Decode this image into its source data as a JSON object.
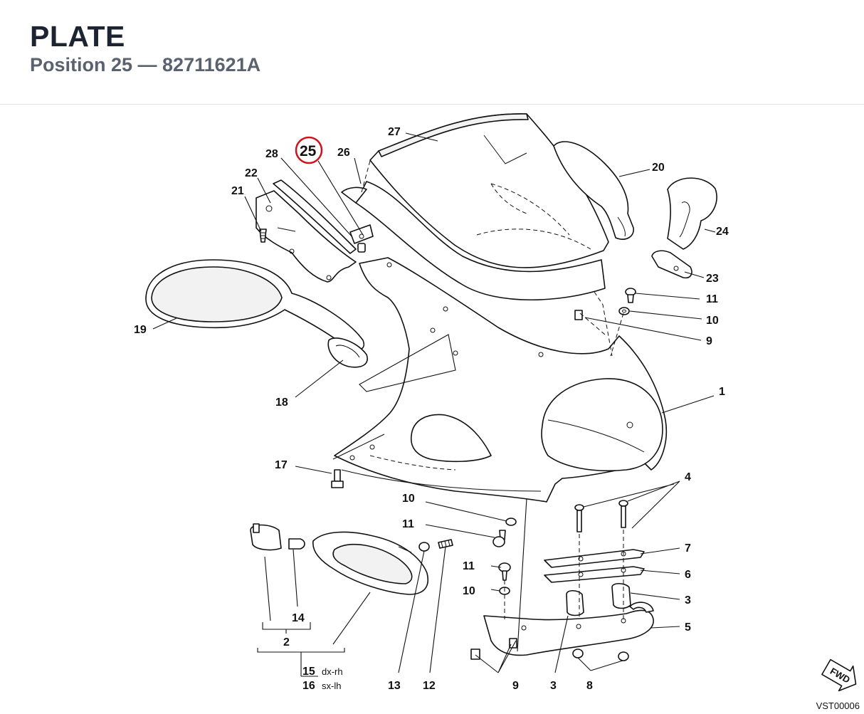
{
  "header": {
    "title": "PLATE",
    "subtitle": "Position 25 — 82711621A"
  },
  "highlight": {
    "position": "25",
    "color": "#d0121b"
  },
  "callouts": {
    "c1": "1",
    "c4": "4",
    "c7": "7",
    "c6": "6",
    "c3a": "3",
    "c5": "5",
    "c20": "20",
    "c24": "24",
    "c23": "23",
    "c11a": "11",
    "c10a": "10",
    "c9a": "9",
    "c27": "27",
    "c26": "26",
    "c28": "28",
    "c22": "22",
    "c21": "21",
    "c19": "19",
    "c18": "18",
    "c17": "17",
    "c10b": "10",
    "c11b": "11",
    "c11c": "11",
    "c10c": "10",
    "c14": "14",
    "c2": "2",
    "c15": "15",
    "c16": "16",
    "c13": "13",
    "c12": "12",
    "c9b": "9",
    "c3b": "3",
    "c8": "8"
  },
  "variants": {
    "dx": "dx-rh",
    "sx": "sx-lh"
  },
  "fwd": "FWD",
  "drawing_code": "VST00006"
}
